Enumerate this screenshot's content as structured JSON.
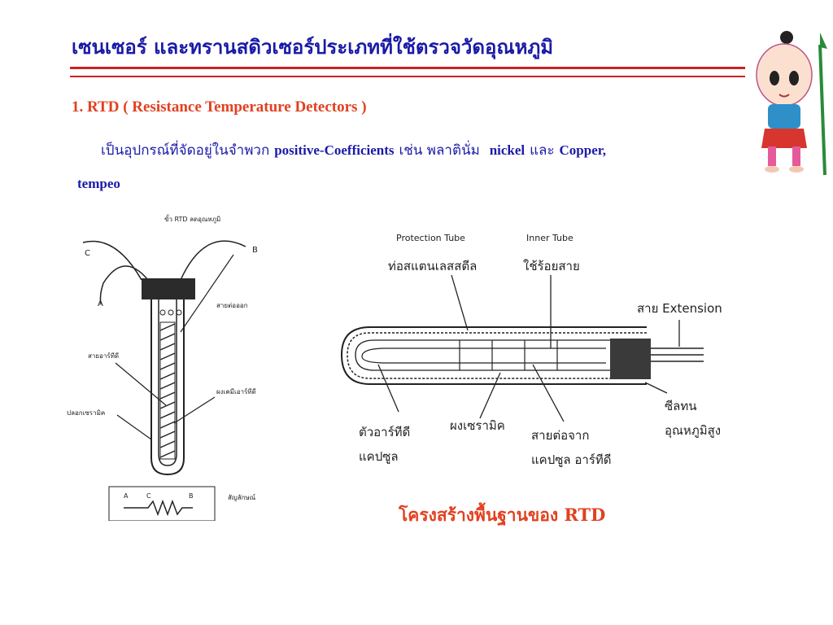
{
  "slide": {
    "title": "เซนเซอร์ และทรานสดิวเซอร์ประเภทที่ใช้ตรวจวัดอุณหภูมิ",
    "heading": "1. RTD ( Resistance Temperature Detectors )",
    "desc": {
      "t1": "เป็นอุปกรณ์ที่จัดอยู่ในจำพวก",
      "e1": "positive-Coefficients",
      "t2": "เช่น พลาตินั่ม",
      "e2": "nickel",
      "t3": "และ",
      "e3": "Copper,",
      "e4": "tempeo"
    },
    "caption": "โครงสร้างพื้นฐานของ RTD"
  },
  "left_diagram": {
    "top_label": "ขั้ว RTD ลดอุณหภูมิ",
    "label_c": "C",
    "label_a": "A",
    "label_b": "B",
    "lead_wire": "สายต่อออก",
    "rtd_wire": "สายอาร์ทีดี",
    "sheath": "ปลอกเซรามิค",
    "body": "ผงเคมีเอาร์ทีดี",
    "symbol": "สัญลักษณ์",
    "sym_a": "A",
    "sym_c": "C",
    "sym_b": "B"
  },
  "right_diagram": {
    "protection_tube_en": "Protection Tube",
    "protection_tube_th": "ท่อสแตนเลสสตีล",
    "inner_tube_en": "Inner Tube",
    "inner_tube_th": "ใช้ร้อยสาย",
    "extension": "สาย Extension",
    "rtd_capsule_1": "ตัวอาร์ทีดี",
    "rtd_capsule_2": "แคปซูล",
    "ceramic": "ผงเซรามิค",
    "wire_from_1": "สายต่อจาก",
    "wire_from_2": "แคปซูล อาร์ทีดี",
    "sealant_1": "ซีลทน",
    "sealant_2": "อุณหภูมิสูง"
  },
  "colors": {
    "title": "#1a1aa8",
    "accent": "#e2401f",
    "rule": "#cc2222"
  }
}
